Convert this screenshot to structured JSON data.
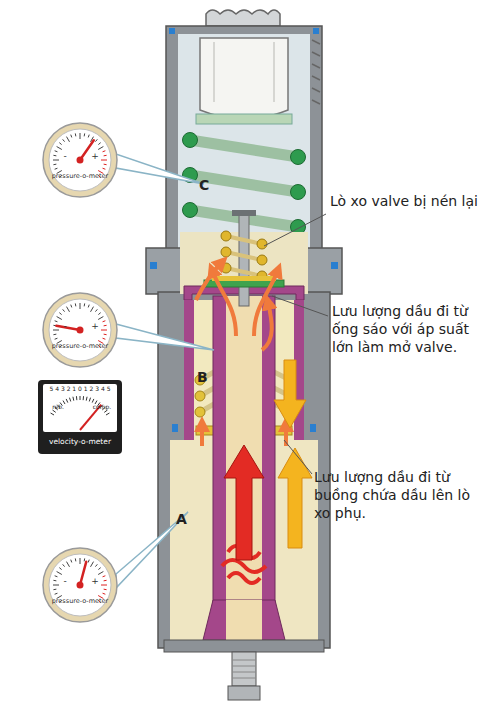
{
  "diagram": {
    "nodes": [
      {
        "text": [
          "-",
          "+",
          "pressure-o-meter"
        ]
      },
      {
        "text": [
          "-",
          "+",
          "pressure-o-meter"
        ]
      },
      {
        "text": [
          "5 4 3 2 1 0 1 2 3 4 5",
          "reb.",
          "comp.",
          "velocity-o-meter"
        ]
      },
      {
        "text": [
          "-",
          "+",
          "pressure-o-meter"
        ]
      }
    ],
    "labels": [
      "C",
      "B",
      "A",
      "Lò xo valve bị nén lại",
      "Lưu lượng dầu đi từ ống sáo với áp suất lớn làm mở valve.",
      "Lưu lượng dầu đi từ buồng chứa dầu lên lò xo phụ."
    ]
  }
}
